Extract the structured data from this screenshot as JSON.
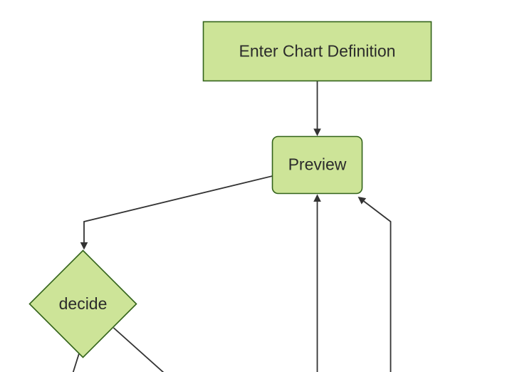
{
  "diagram": {
    "type": "flowchart",
    "direction": "top-down",
    "nodes": [
      {
        "id": "enter-chart-definition",
        "label": "Enter Chart Definition",
        "shape": "rectangle"
      },
      {
        "id": "preview",
        "label": "Preview",
        "shape": "rounded-rectangle"
      },
      {
        "id": "decide",
        "label": "decide",
        "shape": "diamond"
      }
    ],
    "edges": [
      {
        "from": "enter-chart-definition",
        "to": "preview",
        "style": "straight-vertical-arrow"
      },
      {
        "from": "preview",
        "to": "decide",
        "style": "elbow-arrow-left-down"
      },
      {
        "from": "decide",
        "to": "offscreen-bottom-left",
        "style": "line-exits-bottom"
      },
      {
        "from": "decide",
        "to": "offscreen-bottom-right",
        "style": "line-exits-bottom"
      },
      {
        "from": "offscreen-bottom-center",
        "to": "preview",
        "style": "straight-vertical-arrow-up"
      },
      {
        "from": "offscreen-bottom-right",
        "to": "preview",
        "style": "elbow-arrow-up-left"
      }
    ]
  },
  "colors": {
    "node_fill": "#cde498",
    "node_border": "#33631a",
    "edge_line": "#333333",
    "label_text": "#2b2b2b",
    "canvas_background": "#ffffff"
  }
}
